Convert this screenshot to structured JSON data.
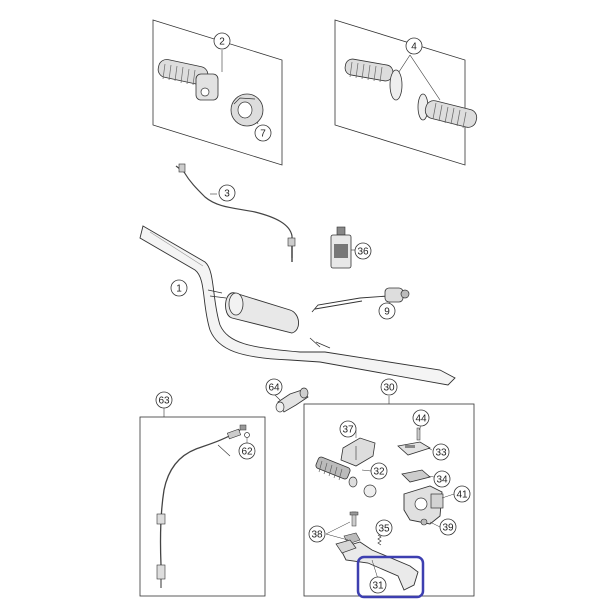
{
  "callouts": [
    {
      "id": "c2",
      "label": "2"
    },
    {
      "id": "c7",
      "label": "7"
    },
    {
      "id": "c4",
      "label": "4"
    },
    {
      "id": "c3",
      "label": "3"
    },
    {
      "id": "c36",
      "label": "36"
    },
    {
      "id": "c1",
      "label": "1"
    },
    {
      "id": "c9",
      "label": "9"
    },
    {
      "id": "c64",
      "label": "64"
    },
    {
      "id": "c63",
      "label": "63"
    },
    {
      "id": "c62",
      "label": "62"
    },
    {
      "id": "c30",
      "label": "30"
    },
    {
      "id": "c37",
      "label": "37"
    },
    {
      "id": "c44",
      "label": "44"
    },
    {
      "id": "c33",
      "label": "33"
    },
    {
      "id": "c32",
      "label": "32"
    },
    {
      "id": "c34",
      "label": "34"
    },
    {
      "id": "c41",
      "label": "41"
    },
    {
      "id": "c38",
      "label": "38"
    },
    {
      "id": "c35",
      "label": "35"
    },
    {
      "id": "c39",
      "label": "39"
    },
    {
      "id": "c31",
      "label": "31"
    }
  ],
  "highlight": {
    "target": "31",
    "color": "#3d3fb0"
  },
  "colors": {
    "line": "#333333",
    "part_fill": "#e6e6e6",
    "part_dark": "#8c8c8c",
    "panel_fill": "#ffffff"
  }
}
